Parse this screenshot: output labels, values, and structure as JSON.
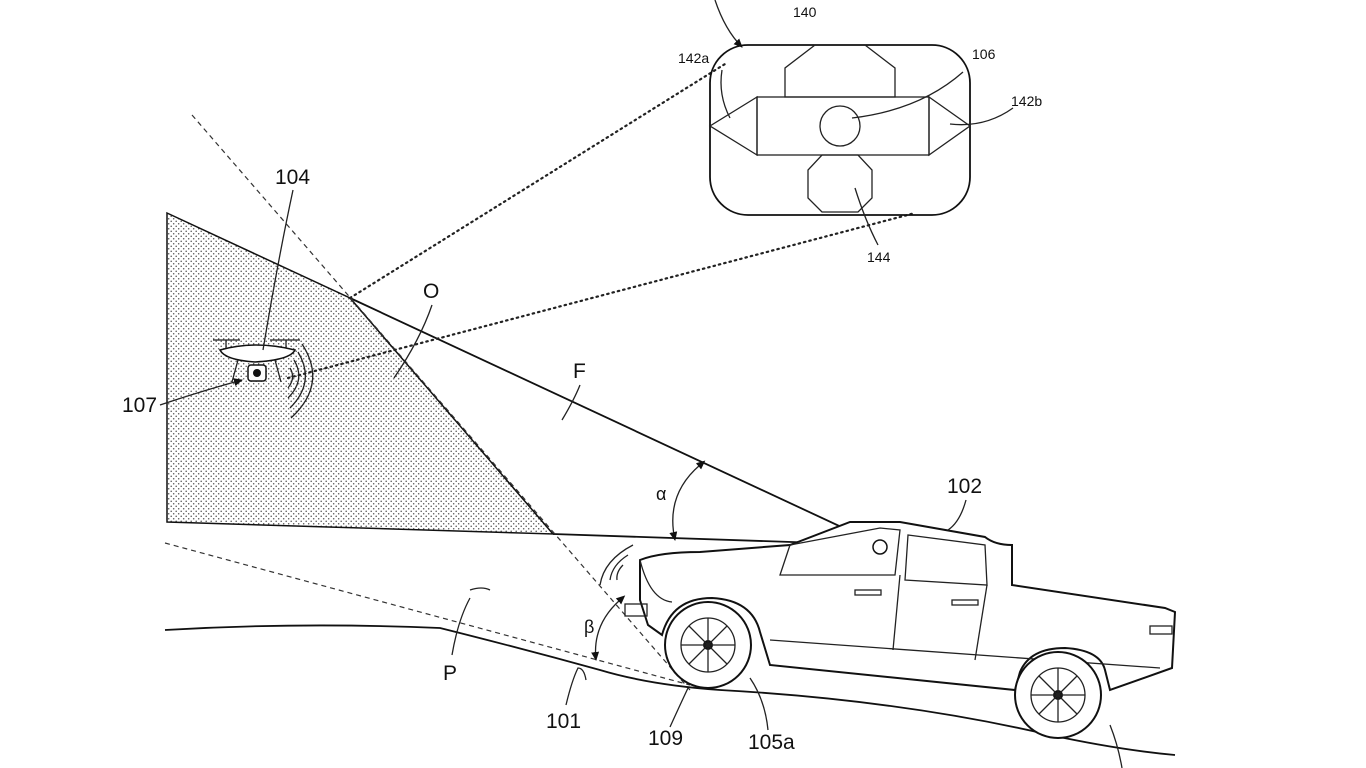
{
  "labels": {
    "l140": "140",
    "l106": "106",
    "l142a": "142a",
    "l142b": "142b",
    "l144": "144",
    "l104": "104",
    "lO": "O",
    "lF": "F",
    "l107": "107",
    "l102": "102",
    "lalpha": "α",
    "lbeta": "β",
    "lP": "P",
    "l101": "101",
    "l109": "109",
    "l105a": "105a"
  },
  "colors": {
    "line": "#111111",
    "shade": "#b8b8b8",
    "background": "#ffffff"
  }
}
